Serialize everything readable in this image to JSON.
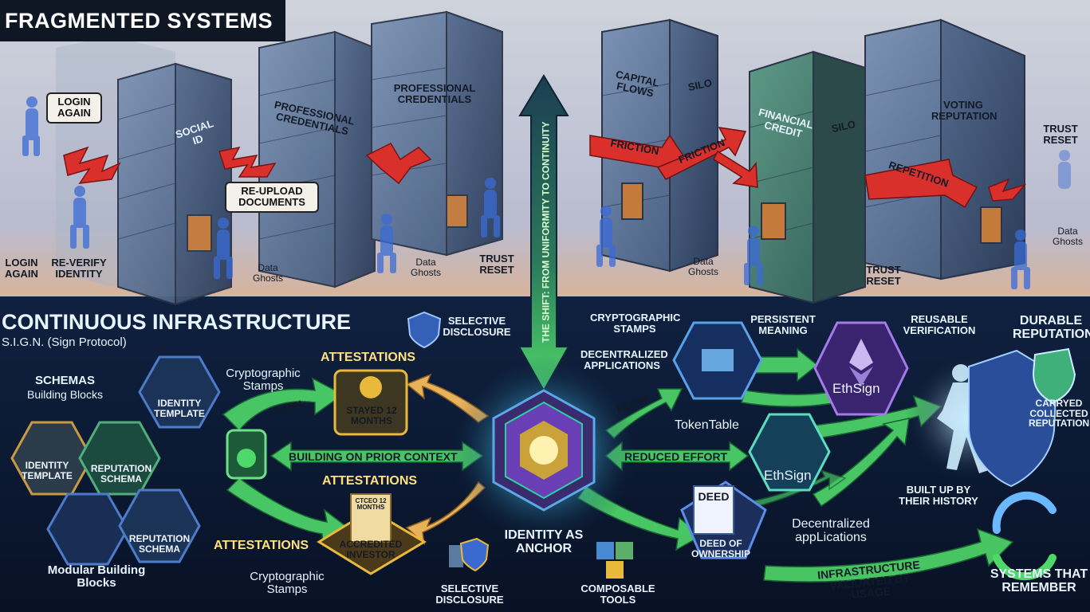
{
  "top": {
    "banner": "FRAGMENTED SYSTEMS",
    "bubbles": {
      "login_again": "LOGIN AGAIN",
      "reupload": "RE-UPLOAD DOCUMENTS"
    },
    "labels": {
      "login_again_left": "LOGIN AGAIN",
      "reverify": "RE-VERIFY IDENTITY",
      "data_ghosts_1": "Data Ghosts",
      "data_ghosts_2": "Data Ghosts",
      "data_ghosts_3": "Data Ghosts",
      "data_ghosts_4": "Data Ghosts",
      "trust_reset_1": "TRUST RESET",
      "trust_reset_2": "TRUST RESET",
      "trust_reset_3": "TRUST RESET"
    },
    "buildings": {
      "social_id": "SOCIAL ID",
      "prof_cred_1": "PROFESSIONAL CREDENTIALS",
      "prof_cred_2": "PROFESSIONAL CREDENTIALS",
      "capital_flows": "CAPITAL FLOWS",
      "silo_1": "SILO",
      "financial_credit": "FINANCIAL CREDIT",
      "silo_2": "SILO",
      "voting_reputation": "VOTING REPUTATION"
    },
    "red_arrows": {
      "friction_1": "FRICTION",
      "friction_2": "FRICTION",
      "repetition": "REPETITION"
    }
  },
  "center_arrow": "THE SHIFT: FROM UNIFORMITY TO CONTINUITY",
  "bottom": {
    "title": "CONTINUOUS INFRASTRUCTURE",
    "subtitle": "S.I.G.N. (Sign Protocol)",
    "schemas_title": "SCHEMAS",
    "schemas_sub": "Building Blocks",
    "hexes": {
      "identity_template_1": "IDENTITY TEMPLATE",
      "identity_template_2": "IDENTITY TEMPLATE",
      "reputation_schema_1": "REPUTATION SCHEMA",
      "reputation_schema_2": "REPUTATION SCHEMA"
    },
    "modular": "Modular Building Blocks",
    "crypto_stamps_1": "Cryptographic Stamps",
    "crypto_stamps_2": "Cryptographic Stamps",
    "attestations_1": "ATTESTATIONS",
    "attestations_2": "ATTESTATIONS",
    "attestations_3": "ATTESTATIONS",
    "flow_1": "FLOW",
    "flow_2": "FLOW",
    "stayed": "STAYED 12 MONTHS",
    "accredited": "ACCREDITED INVESTOR",
    "cert_small": "CTCEO 12 MONTHS",
    "building_prior": "BUILDING ON PRIOR CONTEXT",
    "reduced_effort": "REDUCED EFFORT",
    "selective_top": "SELECTIVE DISCLOSURE",
    "selective_bottom": "SELECTIVE DISCLOSURE",
    "identity_anchor": "IDENTITY AS ANCHOR",
    "composable": "COMPOSABLE TOOLS",
    "crypto_stamps_right": "CRYPTOGRAPHIC STAMPS",
    "decentralized_apps": "DECENTRALIZED APPLICATIONS",
    "tokentable": "TokenTable",
    "persistent": "PERSISTENT MEANING",
    "reusable": "REUSABLE VERIFICATION",
    "ethsign_1": "EthSign",
    "ethsign_2": "EthSign",
    "deed_title": "DEED",
    "deed_caption": "DEED OF OWNERSHIP",
    "decentralized_lower": "Decentralized appLications",
    "infra_validated": "INFRASTRUCTURE VALIDATED BY USAGE",
    "durable": "DURABLE REPUTATION",
    "carryed": "CARRYED COLLECTED REPUTATIONS",
    "built_up": "BUILT UP BY THEIR HISTORY",
    "systems_remember": "SYSTEMS THAT REMEMBER"
  },
  "colors": {
    "flow_green": "#4fd86a",
    "warm_arrow": "#e8b25a",
    "friction_red": "#d9302c",
    "gold": "#e8b93a",
    "purple": "#6a3fb5"
  }
}
